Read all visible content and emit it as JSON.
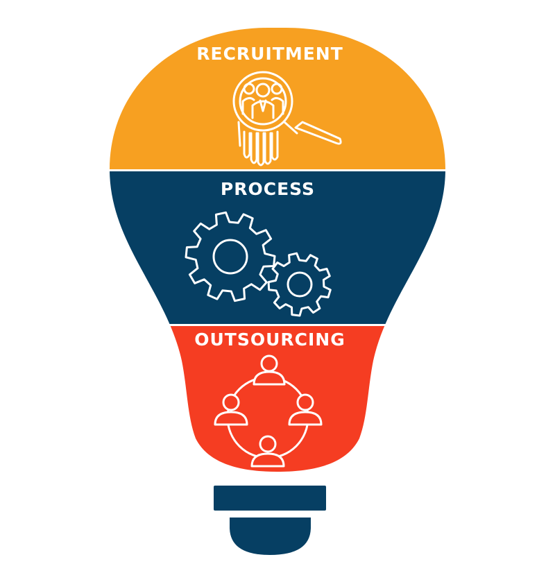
{
  "sections": [
    {
      "id": "recruitment",
      "label": "RECRUITMENT",
      "color": "#f7a021",
      "icon": "magnifier-people-icon"
    },
    {
      "id": "process",
      "label": "PROCESS",
      "color": "#063f63",
      "icon": "gears-icon"
    },
    {
      "id": "outsourcing",
      "label": "OUTSOURCING",
      "color": "#f53d22",
      "icon": "people-network-icon"
    }
  ],
  "base_color": "#063f63",
  "icon_color": "#ffffff"
}
